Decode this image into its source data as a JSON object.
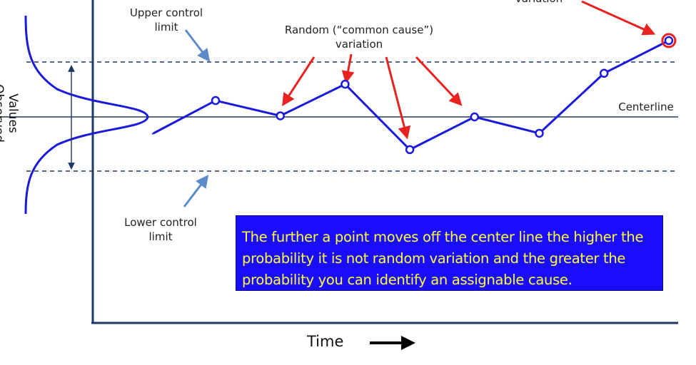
{
  "labels": {
    "upper_control_limit": "Upper control limit",
    "lower_control_limit": "Lower control limit",
    "random_variation": "Random (“common cause”) variation",
    "top_right_partial": "variation",
    "centerline": "Centerline",
    "values_observed": "Values Observed",
    "time": "Time"
  },
  "note_text": "The further a point moves off the center line the higher the probability it is not random variation and the greater the probability you can identify an assignable cause.",
  "colors": {
    "axis": "#1f3864",
    "series": "#1a1adb",
    "limit_lines": "#1f3864",
    "annotation_arrows": "#e8231f",
    "limit_arrows": "#5b8bc9",
    "note_background": "#1a0dff",
    "note_text": "#ffff33"
  },
  "chart_data": {
    "type": "line",
    "series": [
      {
        "values": [
          0.3,
          0.02,
          0.6,
          -0.6,
          0.0,
          -0.3,
          0.8,
          1.4
        ]
      }
    ],
    "center_value": 0,
    "upper_limit": 1,
    "lower_limit": -1,
    "highlighted_points": [
      7
    ]
  }
}
